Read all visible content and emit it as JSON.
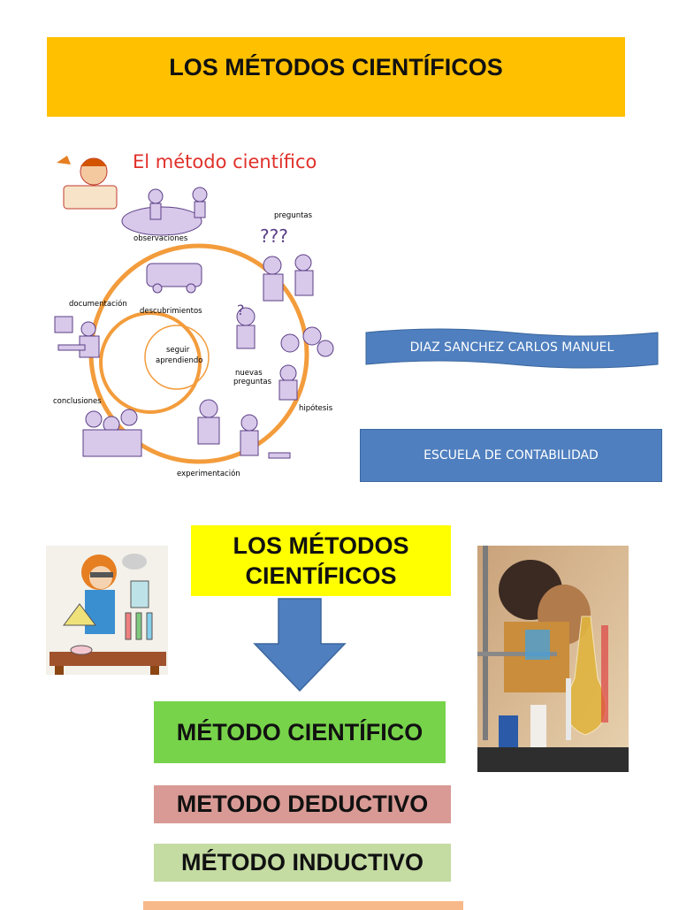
{
  "banner": {
    "title": "LOS MÉTODOS CIENTÍFICOS"
  },
  "cycle_figure": {
    "title": "El método científico",
    "labels": {
      "observaciones": "observaciones",
      "preguntas": "preguntas",
      "documentacion": "documentación",
      "descubrimientos": "descubrimientos",
      "seguir": "seguir",
      "aprendiendo": "aprendiendo",
      "nuevas": "nuevas",
      "preguntas2": "preguntas",
      "conclusiones": "conclusiones",
      "hipotesis": "hipótesis",
      "experimentacion": "experimentación"
    }
  },
  "author": {
    "name": "DIAZ SANCHEZ CARLOS MANUEL"
  },
  "school": {
    "name": "ESCUELA DE CONTABILIDAD"
  },
  "concept_map": {
    "heading_line1": "LOS MÉTODOS",
    "heading_line2": "CIENTÍFICOS",
    "items": [
      "MÉTODO CIENTÍFICO",
      "METODO DEDUCTIVO",
      "MÉTODO INDUCTIVO"
    ]
  },
  "colors": {
    "banner": "#ffc000",
    "heading_box": "#ffff00",
    "arrow": "#4f7fbf",
    "ribbon": "#4f7fbf",
    "item1": "#77d34a",
    "item2": "#d99a95",
    "item3": "#c4dba2",
    "item4": "#f8b98a",
    "cycle_ring": "#f39c3c"
  }
}
